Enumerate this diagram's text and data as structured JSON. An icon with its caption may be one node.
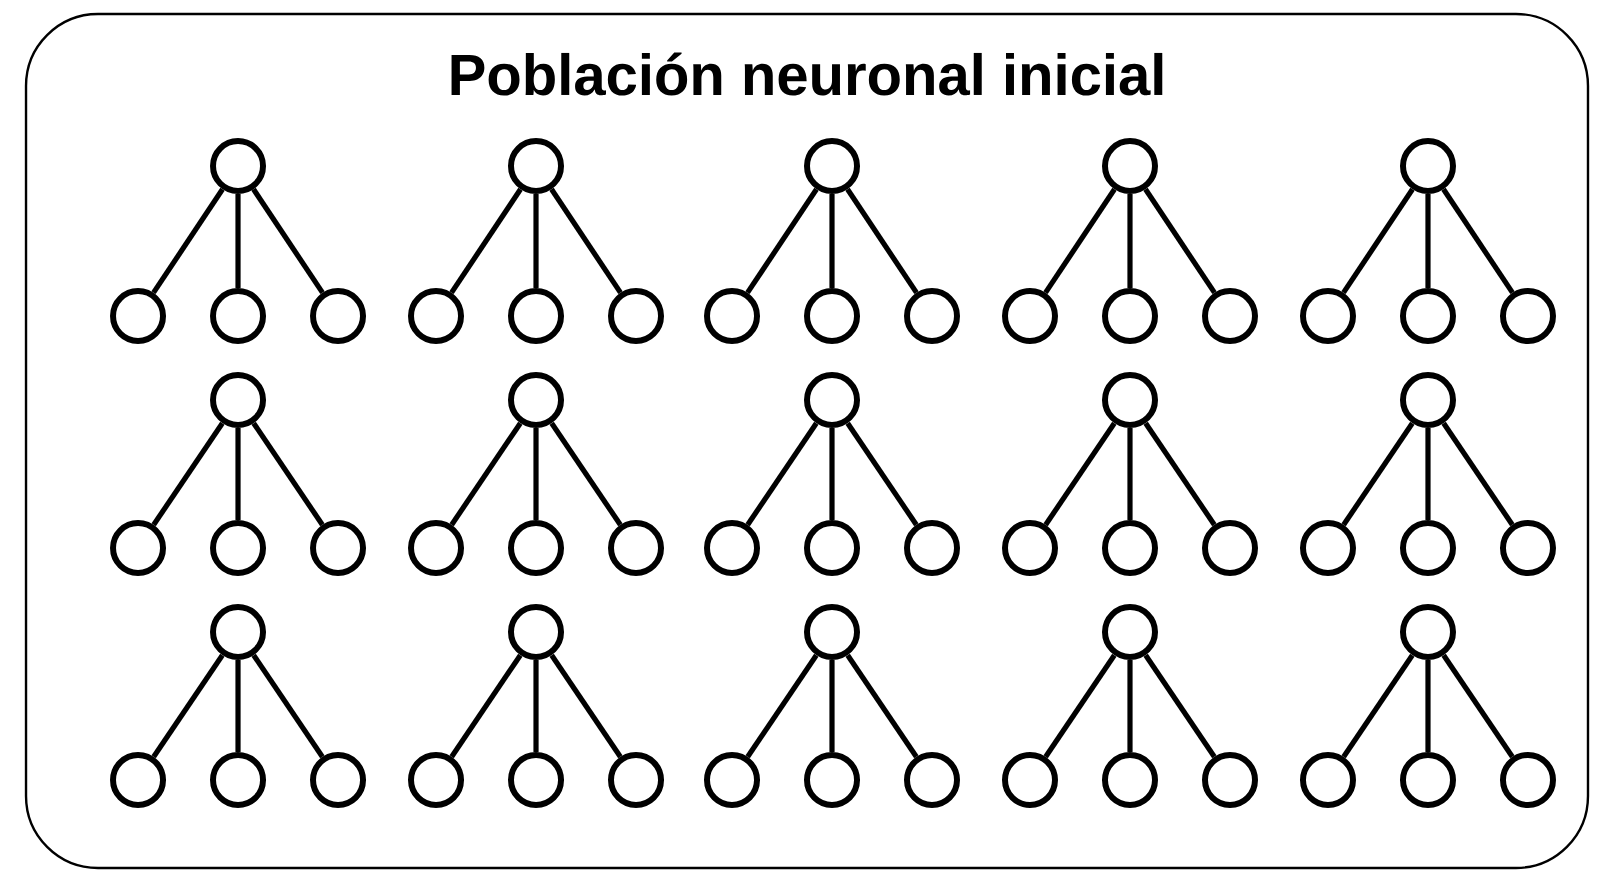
{
  "diagram": {
    "nodes": [
      {
        "text": [
          "Población neuronal inicial"
        ]
      },
      {
        "text": [],
        "shape": "circle",
        "in": 0
      },
      {
        "text": [],
        "shape": "circle",
        "in": 0
      },
      {
        "text": [],
        "shape": "circle",
        "in": 0
      },
      {
        "text": [],
        "shape": "circle",
        "in": 0
      },
      {
        "text": [],
        "shape": "circle",
        "in": 0
      },
      {
        "text": [],
        "shape": "circle",
        "in": 0
      },
      {
        "text": [],
        "shape": "circle",
        "in": 0
      },
      {
        "text": [],
        "shape": "circle",
        "in": 0
      },
      {
        "text": [],
        "shape": "circle",
        "in": 0
      },
      {
        "text": [],
        "shape": "circle",
        "in": 0
      },
      {
        "text": [],
        "shape": "circle",
        "in": 0
      },
      {
        "text": [],
        "shape": "circle",
        "in": 0
      },
      {
        "text": [],
        "shape": "circle",
        "in": 0
      },
      {
        "text": [],
        "shape": "circle",
        "in": 0
      },
      {
        "text": [],
        "shape": "circle",
        "in": 0
      },
      {
        "text": [],
        "shape": "circle",
        "in": 0
      },
      {
        "text": [],
        "shape": "circle",
        "in": 0
      },
      {
        "text": [],
        "shape": "circle",
        "in": 0
      },
      {
        "text": [],
        "shape": "circle",
        "in": 0
      },
      {
        "text": [],
        "shape": "circle",
        "in": 0
      },
      {
        "text": [],
        "shape": "circle",
        "in": 0
      },
      {
        "text": [],
        "shape": "circle",
        "in": 0
      },
      {
        "text": [],
        "shape": "circle",
        "in": 0
      },
      {
        "text": [],
        "shape": "circle",
        "in": 0
      },
      {
        "text": [],
        "shape": "circle",
        "in": 0
      },
      {
        "text": [],
        "shape": "circle",
        "in": 0
      },
      {
        "text": [],
        "shape": "circle",
        "in": 0
      },
      {
        "text": [],
        "shape": "circle",
        "in": 0
      },
      {
        "text": [],
        "shape": "circle",
        "in": 0
      },
      {
        "text": [],
        "shape": "circle",
        "in": 0
      },
      {
        "text": [],
        "shape": "circle",
        "in": 0
      },
      {
        "text": [],
        "shape": "circle",
        "in": 0
      },
      {
        "text": [],
        "shape": "circle",
        "in": 0
      },
      {
        "text": [],
        "shape": "circle",
        "in": 0
      },
      {
        "text": [],
        "shape": "circle",
        "in": 0
      },
      {
        "text": [],
        "shape": "circle",
        "in": 0
      },
      {
        "text": [],
        "shape": "circle",
        "in": 0
      },
      {
        "text": [],
        "shape": "circle",
        "in": 0
      },
      {
        "text": [],
        "shape": "circle",
        "in": 0
      },
      {
        "text": [],
        "shape": "circle",
        "in": 0
      },
      {
        "text": [],
        "shape": "circle",
        "in": 0
      },
      {
        "text": [],
        "shape": "circle",
        "in": 0
      },
      {
        "text": [],
        "shape": "circle",
        "in": 0
      },
      {
        "text": [],
        "shape": "circle",
        "in": 0
      },
      {
        "text": [],
        "shape": "circle",
        "in": 0
      },
      {
        "text": [],
        "shape": "circle",
        "in": 0
      },
      {
        "text": [],
        "shape": "circle",
        "in": 0
      },
      {
        "text": [],
        "shape": "circle",
        "in": 0
      },
      {
        "text": [],
        "shape": "circle",
        "in": 0
      },
      {
        "text": [],
        "shape": "circle",
        "in": 0
      },
      {
        "text": [],
        "shape": "circle",
        "in": 0
      },
      {
        "text": [],
        "shape": "circle",
        "in": 0
      },
      {
        "text": [],
        "shape": "circle",
        "in": 0
      },
      {
        "text": [],
        "shape": "circle",
        "in": 0
      },
      {
        "text": [],
        "shape": "circle",
        "in": 0
      },
      {
        "text": [],
        "shape": "circle",
        "in": 0
      },
      {
        "text": [],
        "shape": "circle",
        "in": 0
      },
      {
        "text": [],
        "shape": "circle",
        "in": 0
      },
      {
        "text": [],
        "shape": "circle",
        "in": 0
      },
      {
        "text": [],
        "shape": "circle",
        "in": 0
      }
    ],
    "edges": [
      {
        "from": 1,
        "to": 6,
        "arrow": "none"
      },
      {
        "from": 1,
        "to": 7,
        "arrow": "none"
      },
      {
        "from": 1,
        "to": 8,
        "arrow": "none"
      },
      {
        "from": 2,
        "to": 9,
        "arrow": "none"
      },
      {
        "from": 2,
        "to": 10,
        "arrow": "none"
      },
      {
        "from": 2,
        "to": 11,
        "arrow": "none"
      },
      {
        "from": 3,
        "to": 12,
        "arrow": "none"
      },
      {
        "from": 3,
        "to": 13,
        "arrow": "none"
      },
      {
        "from": 3,
        "to": 14,
        "arrow": "none"
      },
      {
        "from": 4,
        "to": 15,
        "arrow": "none"
      },
      {
        "from": 4,
        "to": 16,
        "arrow": "none"
      },
      {
        "from": 4,
        "to": 17,
        "arrow": "none"
      },
      {
        "from": 5,
        "to": 18,
        "arrow": "none"
      },
      {
        "from": 5,
        "to": 19,
        "arrow": "none"
      },
      {
        "from": 5,
        "to": 20,
        "arrow": "none"
      },
      {
        "from": 21,
        "to": 26,
        "arrow": "none"
      },
      {
        "from": 21,
        "to": 27,
        "arrow": "none"
      },
      {
        "from": 21,
        "to": 28,
        "arrow": "none"
      },
      {
        "from": 22,
        "to": 29,
        "arrow": "none"
      },
      {
        "from": 22,
        "to": 30,
        "arrow": "none"
      },
      {
        "from": 22,
        "to": 31,
        "arrow": "none"
      },
      {
        "from": 23,
        "to": 32,
        "arrow": "none"
      },
      {
        "from": 23,
        "to": 33,
        "arrow": "none"
      },
      {
        "from": 23,
        "to": 34,
        "arrow": "none"
      },
      {
        "from": 24,
        "to": 35,
        "arrow": "none"
      },
      {
        "from": 24,
        "to": 36,
        "arrow": "none"
      },
      {
        "from": 24,
        "to": 37,
        "arrow": "none"
      },
      {
        "from": 25,
        "to": 38,
        "arrow": "none"
      },
      {
        "from": 25,
        "to": 39,
        "arrow": "none"
      },
      {
        "from": 25,
        "to": 40,
        "arrow": "none"
      },
      {
        "from": 41,
        "to": 46,
        "arrow": "none"
      },
      {
        "from": 41,
        "to": 47,
        "arrow": "none"
      },
      {
        "from": 41,
        "to": 48,
        "arrow": "none"
      },
      {
        "from": 42,
        "to": 49,
        "arrow": "none"
      },
      {
        "from": 42,
        "to": 50,
        "arrow": "none"
      },
      {
        "from": 42,
        "to": 51,
        "arrow": "none"
      },
      {
        "from": 43,
        "to": 52,
        "arrow": "none"
      },
      {
        "from": 43,
        "to": 53,
        "arrow": "none"
      },
      {
        "from": 43,
        "to": 54,
        "arrow": "none"
      },
      {
        "from": 44,
        "to": 55,
        "arrow": "none"
      },
      {
        "from": 44,
        "to": 56,
        "arrow": "none"
      },
      {
        "from": 44,
        "to": 57,
        "arrow": "none"
      },
      {
        "from": 45,
        "to": 58,
        "arrow": "none"
      },
      {
        "from": 45,
        "to": 59,
        "arrow": "none"
      },
      {
        "from": 45,
        "to": 60,
        "arrow": "none"
      }
    ]
  }
}
